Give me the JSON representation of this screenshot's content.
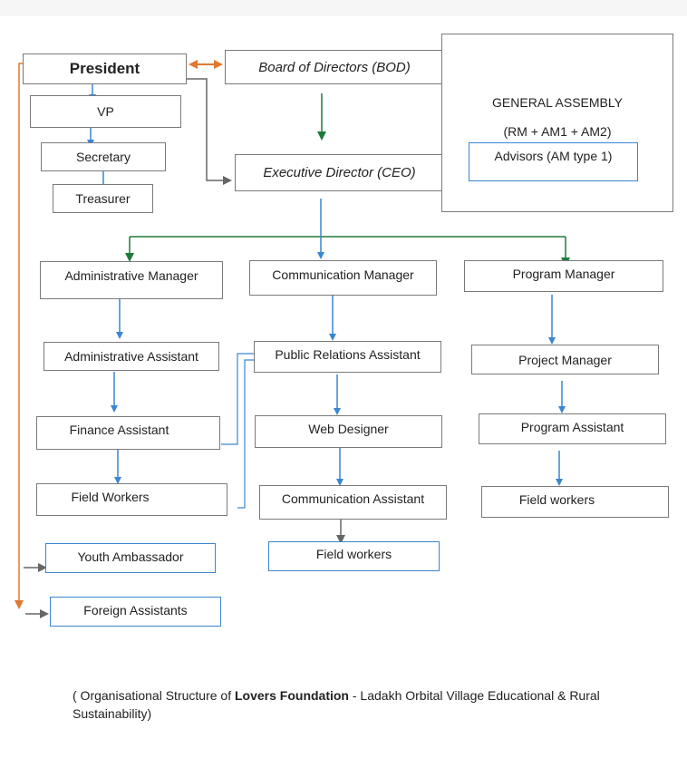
{
  "colors": {
    "orange": "#e0782f",
    "green": "#1e7a3a",
    "blue": "#3a86d1",
    "gray": "#666666"
  },
  "boxes": {
    "president": "President",
    "vp": "VP",
    "secretary": "Secretary",
    "treasurer": "Treasurer",
    "bod": "Board of Directors (BOD)",
    "ceo": "Executive Director (CEO)",
    "general_assembly": "GENERAL ASSEMBLY",
    "general_assembly_members": "(RM + AM1 + AM2)",
    "advisors": "Advisors (AM type 1)",
    "admin_manager": "Administrative Manager",
    "comm_manager": "Communication Manager",
    "program_manager": "Program Manager",
    "admin_assistant": "Administrative Assistant",
    "finance_assistant": "Finance Assistant",
    "field_workers_admin": "Field Workers",
    "pr_assistant": "Public Relations Assistant",
    "web_designer": "Web Designer",
    "comm_assistant": "Communication Assistant",
    "field_workers_comm": "Field workers",
    "project_manager": "Project Manager",
    "program_assistant": "Program Assistant",
    "field_workers_program": "Field workers",
    "youth_ambassador": "Youth Ambassador",
    "foreign_assistants": "Foreign Assistants"
  },
  "caption": {
    "prefix": "( Organisational Structure of ",
    "org_name": "Lovers Foundation",
    "suffix": " - Ladakh Orbital Village Educational & Rural Sustainability)"
  }
}
